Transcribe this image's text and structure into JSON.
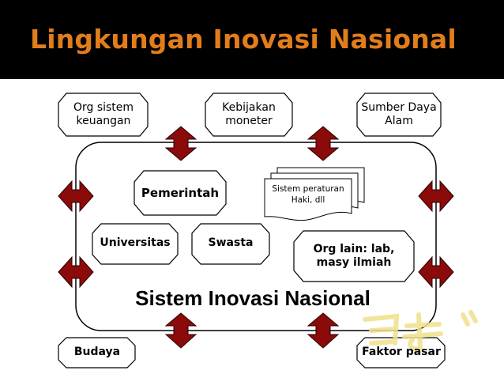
{
  "title": "Lingkungan Inovasi Nasional",
  "system_label": "Sistem Inovasi Nasional",
  "external": {
    "org_sistem_keuangan": "Org sistem keuangan",
    "kebijakan_moneter": "Kebijakan moneter",
    "sumber_daya_alam": "Sumber Daya Alam",
    "budaya": "Budaya",
    "faktor_pasar": "Faktor pasar"
  },
  "internal": {
    "pemerintah": "Pemerintah",
    "sistem_peraturan": "Sistem peraturan Haki, dll",
    "universitas": "Universitas",
    "swasta": "Swasta",
    "org_lain": "Org lain: lab, masy ilmiah"
  },
  "colors": {
    "title_bar": "#000000",
    "title_text": "#e27d1b",
    "arrow_fill": "#8b0a0a",
    "watermark": "#f0e08a"
  }
}
